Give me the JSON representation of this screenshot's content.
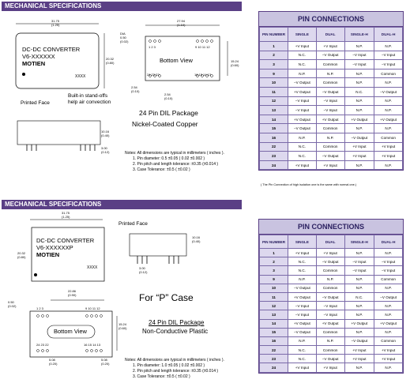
{
  "colors": {
    "header_bg": "#5a3f85",
    "table_header_bg": "#c9c3e0",
    "border": "#5a3f85"
  },
  "top": {
    "header": "MECHANICAL SPECIFICATIONS",
    "module_text": [
      "DC-DC CONVERTER",
      "V6-XXXXXX",
      "MOTIEN",
      "XXXX"
    ],
    "dims": {
      "width": "31.75",
      "width_in": "(1.25)",
      "height": "20.32",
      "height_in": "(0.80)",
      "view_width": "27.94",
      "view_width_in": "(1.10)",
      "dia": "DIA",
      "dia_val": "0.50",
      "dia_in": "(0.02)",
      "view_h": "15.24",
      "view_h_in": "(0.60)",
      "p1": "2.54",
      "p1_in": "(0.10)",
      "p2": "2.54",
      "p2_in": "(0.10)",
      "side_h": "10.16",
      "side_h_in": "(0.40)",
      "side_b": "3.00",
      "side_b_in": "(0.12)"
    },
    "pin_nums_top": "1  2  3",
    "pin_nums_top_r": "9  10  11  12",
    "pin_nums_bot": "24 23 22",
    "pin_nums_bot_r": "16  15  14  13",
    "bottom_view": "Bottom View",
    "printed_face": "Printed Face",
    "standoffs": [
      "Built-in stand-offs",
      "help air convection"
    ],
    "package_line1": "24 Pin DIL Package",
    "package_line2": "Nickel-Coated Copper",
    "notes": [
      "Notes: All dimensions are typical in millimeters ( inches ).",
      "1. Pin diameter: 0.5 ±0.05 ( 0.02 ±0.002 )",
      "2. Pin pitch and length tolerance: ±0.35 (±0.014 )",
      "3. Case Tolerance: ±0.5 ( ±0.02 )"
    ],
    "table_title": "PIN CONNECTIONS",
    "columns": [
      "PIN NUMBER",
      "SINGLE",
      "DUAL",
      "SINGLE-H",
      "DUAL-H"
    ],
    "rows": [
      [
        "1",
        "+V Input",
        "+V Input",
        "N.P.",
        "N.P."
      ],
      [
        "2",
        "N.C.",
        "−V Output",
        "−V Input",
        "−V Input"
      ],
      [
        "3",
        "N.C.",
        "Common",
        "−V Input",
        "−V Input"
      ],
      [
        "9",
        "N.P.",
        "N.P.",
        "N.P.",
        "Common"
      ],
      [
        "10",
        "−V Output",
        "Common",
        "N.P.",
        "N.P."
      ],
      [
        "11",
        "+V Output",
        "−V Output",
        "N.C.",
        "−V Output"
      ],
      [
        "12",
        "−V Input",
        "−V Input",
        "N.P.",
        "N.P."
      ],
      [
        "13",
        "−V Input",
        "−V Input",
        "N.P.",
        "N.P."
      ],
      [
        "14",
        "+V Output",
        "+V Output",
        "+V Output",
        "+V Output"
      ],
      [
        "15",
        "−V Output",
        "Common",
        "N.P.",
        "N.P."
      ],
      [
        "16",
        "N.P.",
        "N.P.",
        "−V Output",
        "Common"
      ],
      [
        "22",
        "N.C.",
        "Common",
        "+V Input",
        "+V Input"
      ],
      [
        "23",
        "N.C.",
        "−V Output",
        "+V Input",
        "+V Input"
      ],
      [
        "24",
        "+V Input",
        "+V Input",
        "N.P.",
        "N.P."
      ]
    ],
    "footnote": "( The Pin Connection of high isolation one is the same with normal one.)"
  },
  "bottom": {
    "header": "MECHANICAL SPECIFICATIONS",
    "module_text": [
      "DC-DC CONVERTER",
      "V6-XXXXXXP",
      "MOTIEN",
      "XXXX"
    ],
    "dims": {
      "width": "31.75",
      "width_in": "(1.25)",
      "height": "20.32",
      "height_in": "(0.80)",
      "side_h": "10.16",
      "side_h_in": "(0.40)",
      "side_b": "3.00",
      "side_b_in": "(0.12)",
      "view_w": "22.86",
      "view_w_in": "(0.90)",
      "dia": "0.50",
      "dia_in": "(0.02)",
      "view_h": "15.24",
      "view_h_in": "(0.60)",
      "p1": "5.08",
      "p1_in": "(0.20)",
      "p2": "5.08",
      "p2_in": "(0.20)"
    },
    "printed_face": "Printed Face",
    "pin_nums_top": "1  2  3",
    "pin_nums_top_r": "9  10  11  12",
    "pin_nums_bot": "24 23 22",
    "pin_nums_bot_r": "16  15  14  13",
    "bottom_view": "Bottom  View",
    "case_label": "For “P” Case",
    "package_line1": "24 Pin DIL Package",
    "package_line2": "Non-Conductive Plastic",
    "notes": [
      "Notes: All dimensions are typical in millimeters ( inches ).",
      "1. Pin diameter: 1.0 ±0.05 ( 0.02 ±0.002 )",
      "2. Pin pitch and length tolerance: ±0.35 (±0.014 )",
      "3. Case Tolerance: ±0.5 ( ±0.02 )"
    ],
    "table_title": "PIN CONNECTIONS",
    "columns": [
      "PIN NUMBER",
      "SINGLE",
      "DUAL",
      "SINGLE-H",
      "DUAL-H"
    ],
    "rows": [
      [
        "1",
        "+V Input",
        "+V Input",
        "N.P.",
        "N.P."
      ],
      [
        "2",
        "N.C.",
        "−V Output",
        "−V Input",
        "−V Input"
      ],
      [
        "3",
        "N.C.",
        "Common",
        "−V Input",
        "−V Input"
      ],
      [
        "9",
        "N.P.",
        "N.P.",
        "N.P.",
        "Common"
      ],
      [
        "10",
        "−V Output",
        "Common",
        "N.P.",
        "N.P."
      ],
      [
        "11",
        "+V Output",
        "−V Output",
        "N.C.",
        "−V Output"
      ],
      [
        "12",
        "−V Input",
        "−V Input",
        "N.P.",
        "N.P."
      ],
      [
        "13",
        "−V Input",
        "−V Input",
        "N.P.",
        "N.P."
      ],
      [
        "14",
        "+V Output",
        "+V Output",
        "+V Output",
        "+V Output"
      ],
      [
        "15",
        "−V Output",
        "Common",
        "N.P.",
        "N.P."
      ],
      [
        "16",
        "N.P.",
        "N.P.",
        "−V Output",
        "Common"
      ],
      [
        "22",
        "N.C.",
        "Common",
        "+V Input",
        "+V Input"
      ],
      [
        "23",
        "N.C.",
        "−V Output",
        "+V Input",
        "+V Input"
      ],
      [
        "24",
        "+V Input",
        "+V Input",
        "N.P.",
        "N.P."
      ]
    ]
  }
}
